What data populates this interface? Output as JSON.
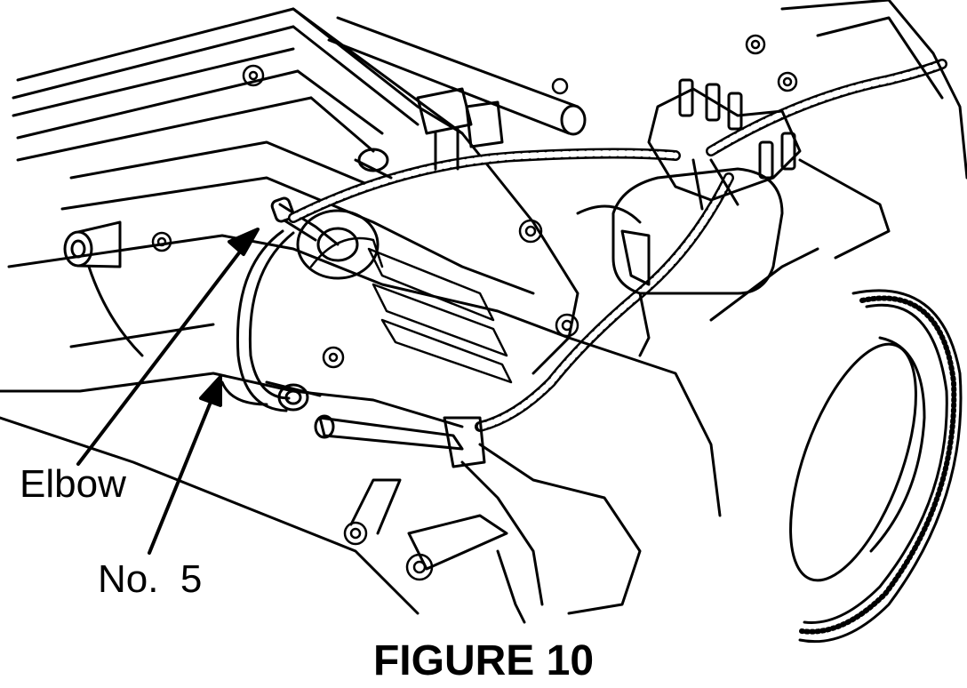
{
  "figure": {
    "caption": "FIGURE 10",
    "callouts": [
      {
        "label": "Elbow"
      },
      {
        "label": "No.  5"
      }
    ]
  },
  "colors": {
    "ink": "#000000",
    "paper": "#ffffff"
  }
}
